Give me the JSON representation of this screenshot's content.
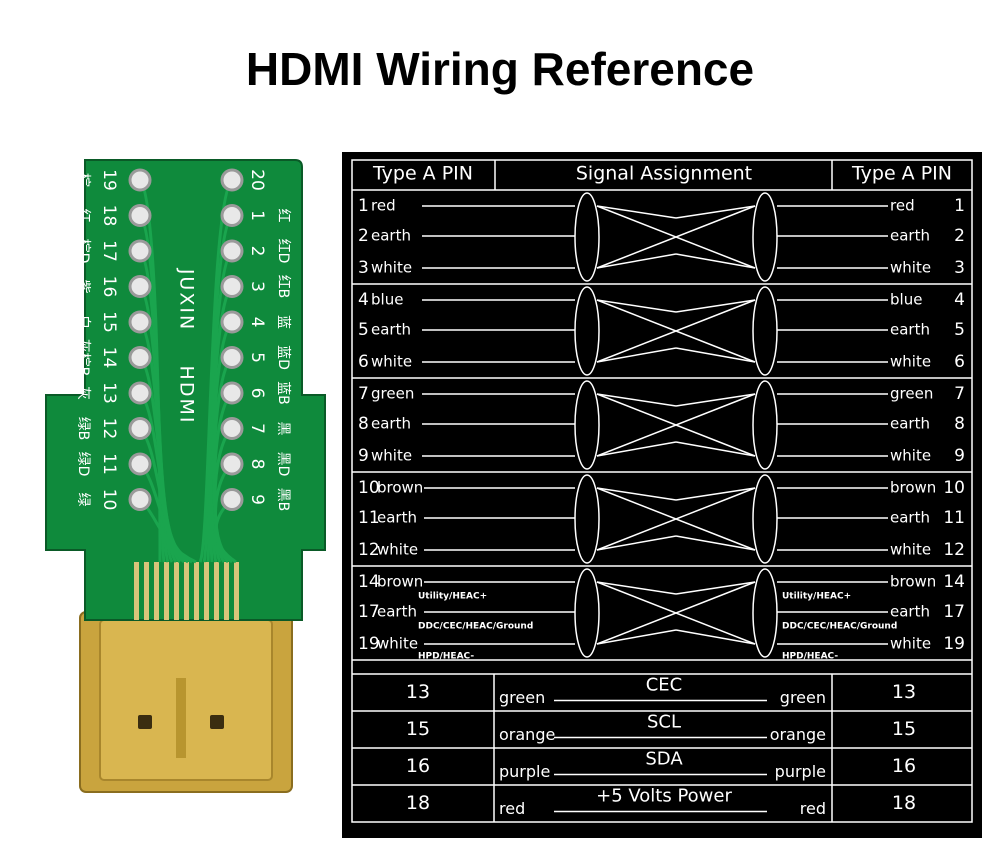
{
  "title": "HDMI Wiring Reference",
  "colors": {
    "pcb_green": "#0f8a3c",
    "gold": "#c9a43e",
    "panel_bg": "#000000",
    "panel_fg": "#ffffff"
  },
  "board": {
    "brand": "JUXIN",
    "model": "HDMI",
    "left_pins": [
      "19",
      "18",
      "17",
      "16",
      "15",
      "14",
      "13",
      "12",
      "11",
      "10"
    ],
    "left_colors": [
      "棕",
      "红",
      "棕D",
      "紫",
      "白",
      "灰棕B",
      "灰",
      "绿B",
      "绿D",
      "绿"
    ],
    "right_pins": [
      "20",
      "1",
      "2",
      "3",
      "4",
      "5",
      "6",
      "7",
      "8",
      "9"
    ],
    "right_colors": [
      "",
      "红",
      "红D",
      "红B",
      "蓝",
      "蓝D",
      "蓝B",
      "黑",
      "黑D",
      "黑B"
    ]
  },
  "table": {
    "headers": [
      "Type A PIN",
      "Signal Assignment",
      "Type A PIN"
    ],
    "groups": [
      {
        "rows": [
          {
            "left_num": "1",
            "left_label": "red",
            "right_label": "red",
            "right_num": "1"
          },
          {
            "left_num": "2",
            "left_label": "earth",
            "right_label": "earth",
            "right_num": "2"
          },
          {
            "left_num": "3",
            "left_label": "white",
            "right_label": "white",
            "right_num": "3"
          }
        ]
      },
      {
        "rows": [
          {
            "left_num": "4",
            "left_label": "blue",
            "right_label": "blue",
            "right_num": "4"
          },
          {
            "left_num": "5",
            "left_label": "earth",
            "right_label": "earth",
            "right_num": "5"
          },
          {
            "left_num": "6",
            "left_label": "white",
            "right_label": "white",
            "right_num": "6"
          }
        ]
      },
      {
        "rows": [
          {
            "left_num": "7",
            "left_label": "green",
            "right_label": "green",
            "right_num": "7"
          },
          {
            "left_num": "8",
            "left_label": "earth",
            "right_label": "earth",
            "right_num": "8"
          },
          {
            "left_num": "9",
            "left_label": "white",
            "right_label": "white",
            "right_num": "9"
          }
        ]
      },
      {
        "rows": [
          {
            "left_num": "10",
            "left_label": "brown",
            "right_label": "brown",
            "right_num": "10"
          },
          {
            "left_num": "11",
            "left_label": "earth",
            "right_label": "earth",
            "right_num": "11"
          },
          {
            "left_num": "12",
            "left_label": "white",
            "right_label": "white",
            "right_num": "12"
          }
        ]
      },
      {
        "rows": [
          {
            "left_num": "14",
            "left_label": "brown",
            "right_label": "brown",
            "right_num": "14"
          },
          {
            "left_num": "17",
            "left_label": "earth",
            "right_label": "earth",
            "right_num": "17"
          },
          {
            "left_num": "19",
            "left_label": "white",
            "right_label": "white",
            "right_num": "19"
          }
        ],
        "notes": [
          "Utility/HEAC+",
          "DDC/CEC/HEAC/Ground",
          "HPD/HEAC-"
        ]
      }
    ],
    "bottom_rows": [
      {
        "left_num": "13",
        "left_color": "green",
        "signal": "CEC",
        "right_color": "green",
        "right_num": "13"
      },
      {
        "left_num": "15",
        "left_color": "orange",
        "signal": "SCL",
        "right_color": "orange",
        "right_num": "15"
      },
      {
        "left_num": "16",
        "left_color": "purple",
        "signal": "SDA",
        "right_color": "purple",
        "right_num": "16"
      },
      {
        "left_num": "18",
        "left_color": "red",
        "signal": "+5 Volts Power",
        "right_color": "red",
        "right_num": "18"
      }
    ]
  }
}
